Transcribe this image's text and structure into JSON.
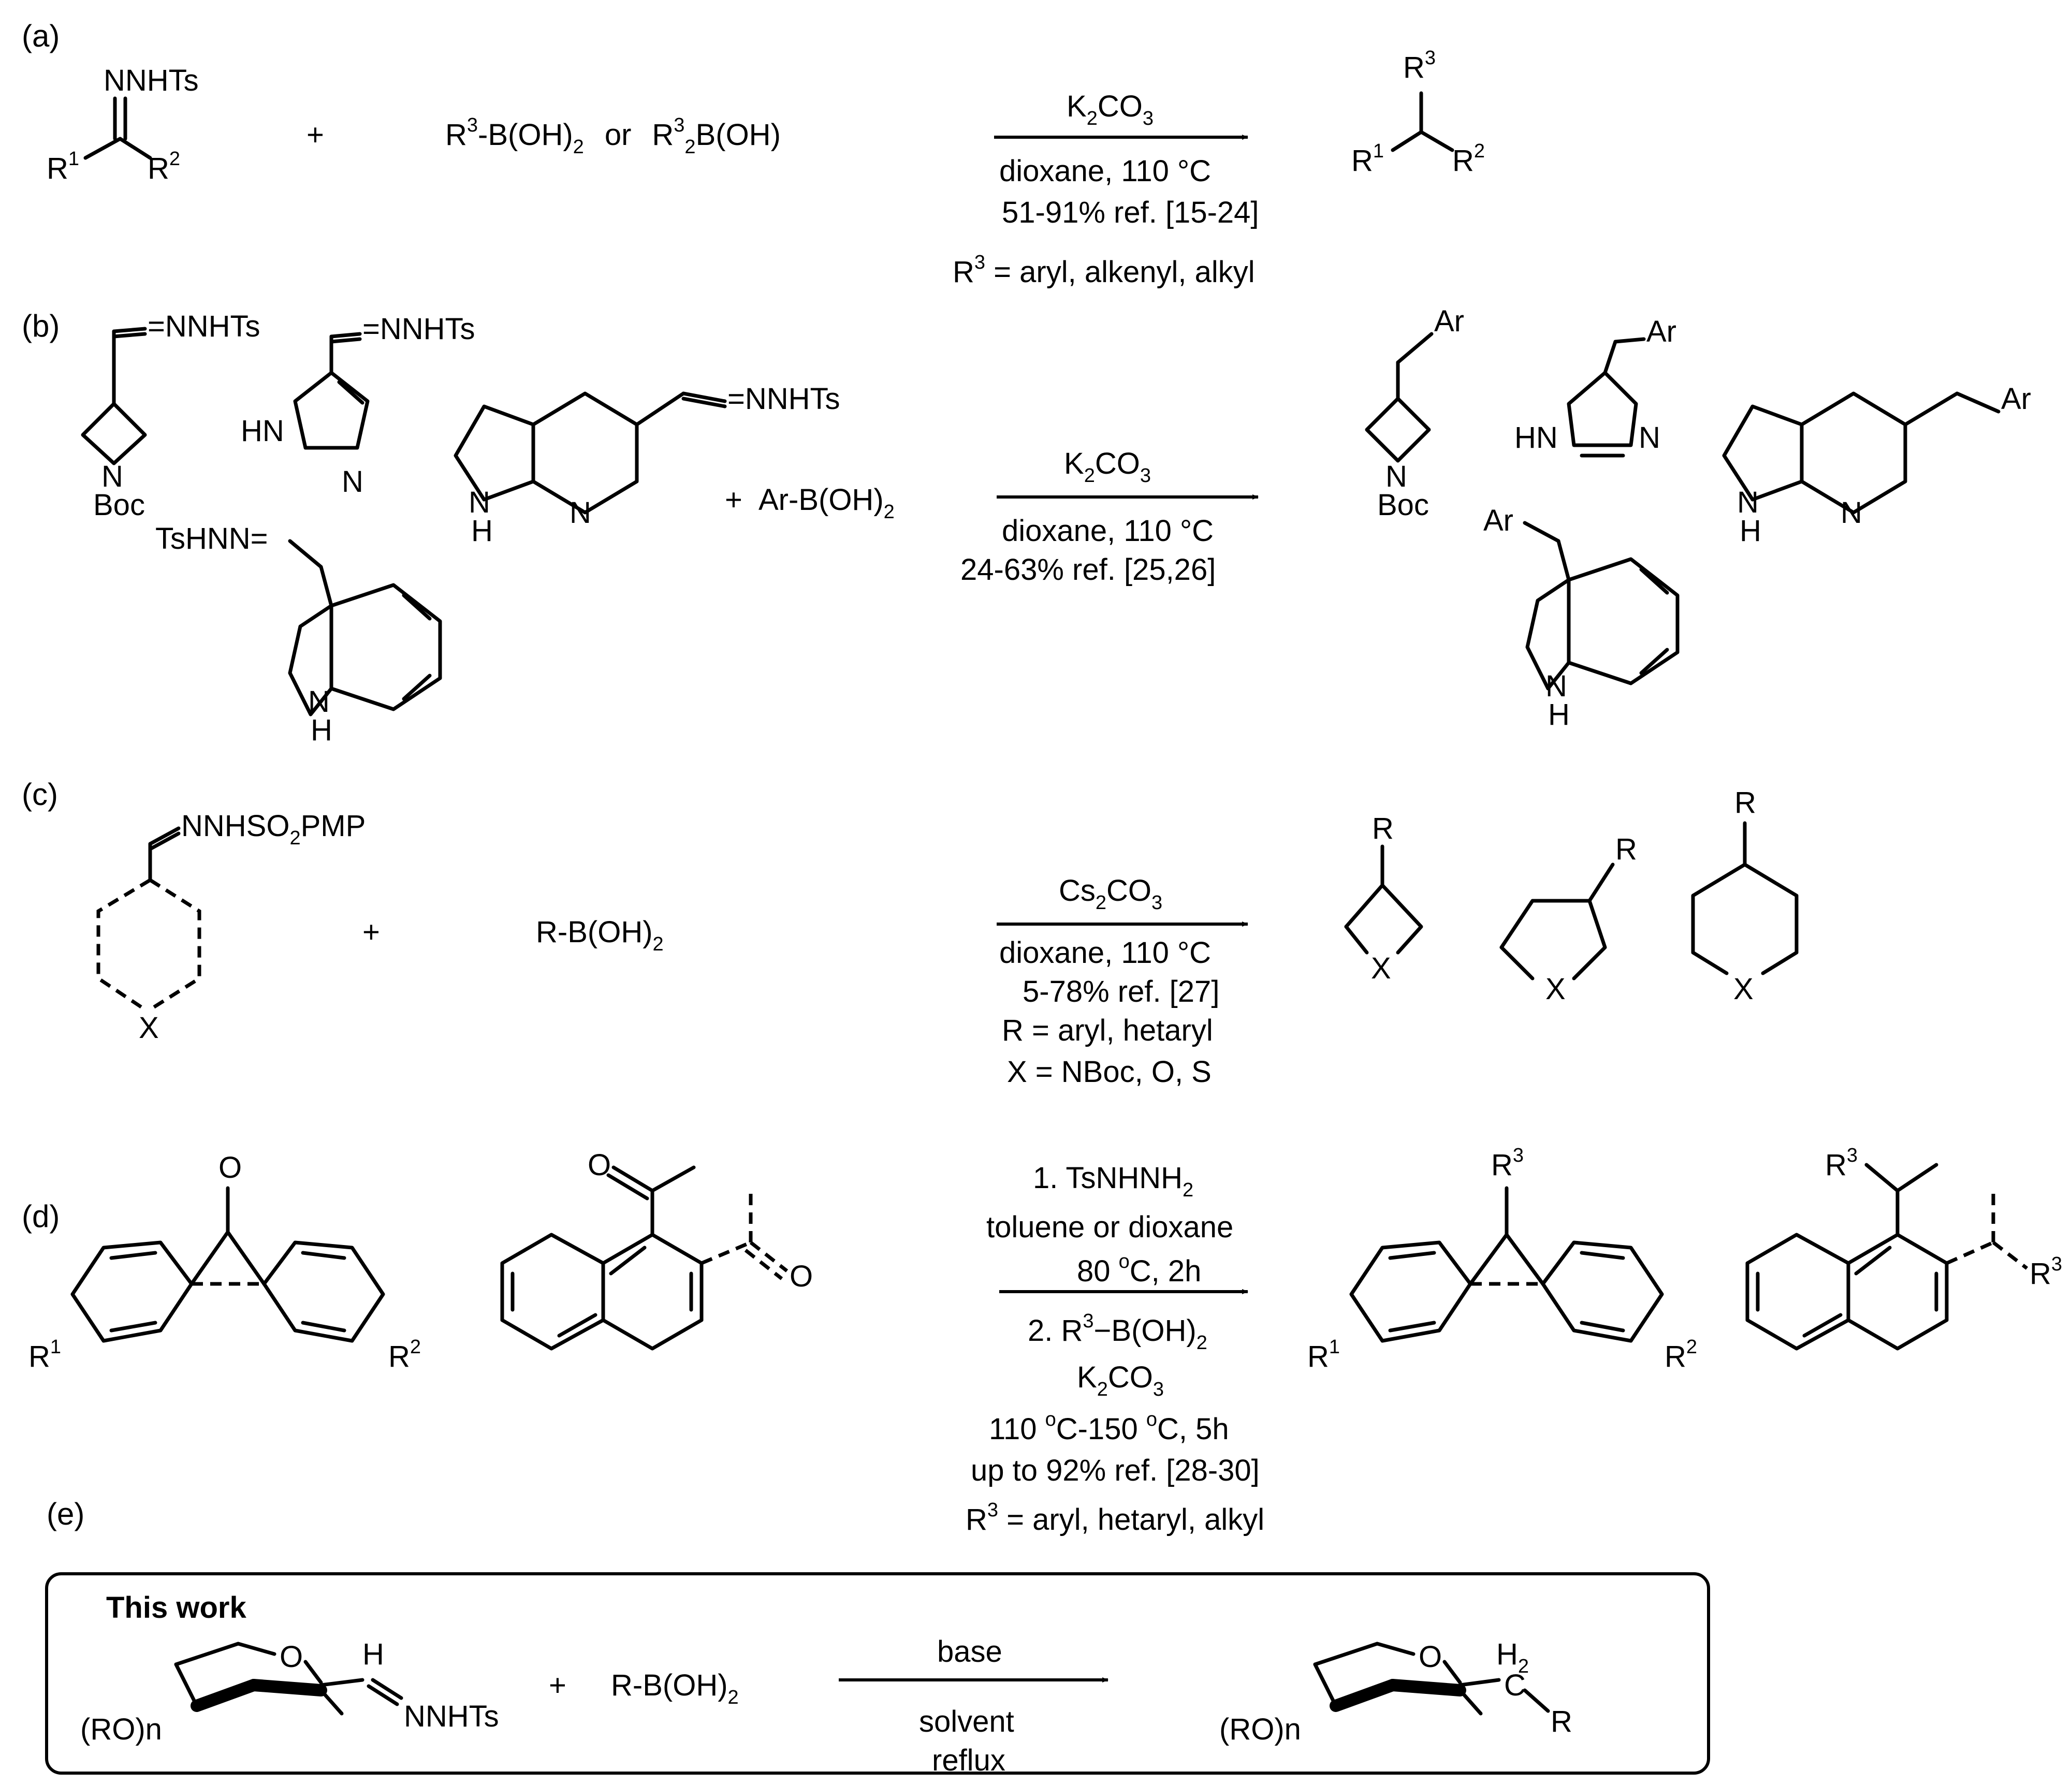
{
  "panels": {
    "a": {
      "label": "(a)",
      "reactant": {
        "group": "NNHTs",
        "r1": "R",
        "r1_sup": "1",
        "r2": "R",
        "r2_sup": "2"
      },
      "plus": "+",
      "boronic": {
        "r3a": "R",
        "r3a_sup": "3",
        "r3a_rest": "-B(OH)",
        "r3a_sub": "2",
        "or": "or",
        "r3b": "R",
        "r3b_sup": "3",
        "r3b_sub": "2",
        "r3b_rest": "B(OH)"
      },
      "reagent": {
        "main": "K",
        "sub1": "2",
        "mid": "CO",
        "sub2": "3"
      },
      "conditions": [
        "dioxane, 110 °C",
        "51-91% ref. [15-24]"
      ],
      "scope": {
        "r": "R",
        "sup": "3",
        "rest": " = aryl, alkenyl, alkyl"
      },
      "product": {
        "r3": "R",
        "r3_sup": "3",
        "r1": "R",
        "r1_sup": "1",
        "r2": "R",
        "r2_sup": "2"
      }
    },
    "b": {
      "label": "(b)",
      "hydrazone": "=NNHTs",
      "hydrazone2": "TsHNN=",
      "boc": "Boc",
      "n": "N",
      "hn": "HN",
      "h": "H",
      "plus": "+",
      "boronic": {
        "text": "Ar-B(OH)",
        "sub": "2"
      },
      "reagent": {
        "main": "K",
        "sub1": "2",
        "mid": "CO",
        "sub2": "3"
      },
      "conditions": [
        "dioxane, 110 °C",
        "24-63% ref. [25,26]"
      ],
      "ar": "Ar"
    },
    "c": {
      "label": "(c)",
      "hydrazone": {
        "pre": "NNHSO",
        "sub": "2",
        "post": "PMP"
      },
      "x": "X",
      "plus": "+",
      "boronic": {
        "text": "R-B(OH)",
        "sub": "2"
      },
      "reagent": {
        "main": "Cs",
        "sub1": "2",
        "mid": "CO",
        "sub2": "3"
      },
      "conditions": [
        "dioxane, 110 °C",
        "5-78% ref. [27]",
        "R = aryl, hetaryl",
        "X = NBoc, O, S"
      ],
      "r": "R"
    },
    "d": {
      "label": "(d)",
      "o": "O",
      "r1": "R",
      "r1_sup": "1",
      "r2": "R",
      "r2_sup": "2",
      "r3": "R",
      "r3_sup": "3",
      "step1": {
        "pre": "1. TsNHNH",
        "sub": "2"
      },
      "step1_lines": [
        "toluene or dioxane"
      ],
      "step1_temp": {
        "pre": "80 ",
        "sup": "o",
        "post": "C, 2h"
      },
      "step2": {
        "pre": "2. R",
        "sup": "3",
        "mid": "−B(OH)",
        "sub": "2"
      },
      "reagent": {
        "main": "K",
        "sub1": "2",
        "mid": "CO",
        "sub2": "3"
      },
      "temp2": {
        "a": "110 ",
        "sup1": "o",
        "b": "C-150 ",
        "sup2": "o",
        "c": "C, 5h"
      },
      "yield": "up to 92% ref. [28-30]",
      "scope": {
        "r": "R",
        "sup": "3",
        "rest": " = aryl, hetaryl, alkyl"
      }
    },
    "e": {
      "label": "(e)",
      "title": "This work",
      "o": "O",
      "ro": "(RO)n",
      "h": "H",
      "hydrazone": "NNHTs",
      "plus": "+",
      "boronic": {
        "text": "R-B(OH)",
        "sub": "2"
      },
      "above": "base",
      "below": [
        "solvent",
        "reflux"
      ],
      "ch2": {
        "h": "H",
        "sub": "2"
      },
      "c": "C",
      "r": "R"
    }
  }
}
